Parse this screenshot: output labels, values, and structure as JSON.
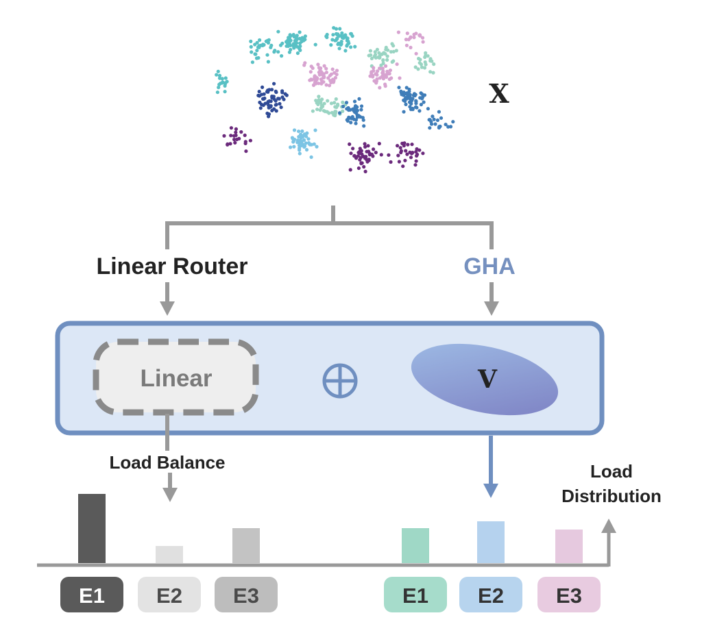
{
  "input_label": "X",
  "routers": {
    "left_label": "Linear Router",
    "right_label": "GHA"
  },
  "module": {
    "linear_label": "Linear",
    "combine_symbol": "⊕",
    "v_label": "V"
  },
  "annotations": {
    "load_balance": "Load Balance",
    "load_distribution_line1": "Load",
    "load_distribution_line2": "Distribution"
  },
  "left_experts": [
    {
      "label": "E1",
      "color": "#5a5a5a",
      "text_color": "#ffffff",
      "bar_color": "#5a5a5a",
      "level": 1.0
    },
    {
      "label": "E2",
      "color": "#e3e3e3",
      "text_color": "#4a4a4a",
      "bar_color": "#e0e0e0",
      "level": 0.25
    },
    {
      "label": "E3",
      "color": "#bdbdbd",
      "text_color": "#4a4a4a",
      "bar_color": "#c3c3c3",
      "level": 0.5
    }
  ],
  "right_experts": [
    {
      "label": "E1",
      "color": "#a6dccb",
      "text_color": "#333333",
      "bar_color": "#9fd8c6",
      "level": 0.5
    },
    {
      "label": "E2",
      "color": "#b7d4ee",
      "text_color": "#333333",
      "bar_color": "#b5d2ee",
      "level": 0.6
    },
    {
      "label": "E3",
      "color": "#e8cbe0",
      "text_color": "#333333",
      "bar_color": "#e6c9df",
      "level": 0.49
    }
  ],
  "colors": {
    "connector_gray": "#999999",
    "accent_blue": "#6f8fc0",
    "gha_text": "#7590bf",
    "panel_fill": "#dce7f6",
    "panel_stroke": "#6f8fc0",
    "scatter_palette": [
      "#2f4a96",
      "#3f7db8",
      "#7cc4e4",
      "#58c0c4",
      "#99d4c2",
      "#d7a3d0",
      "#6b2a7c"
    ]
  }
}
